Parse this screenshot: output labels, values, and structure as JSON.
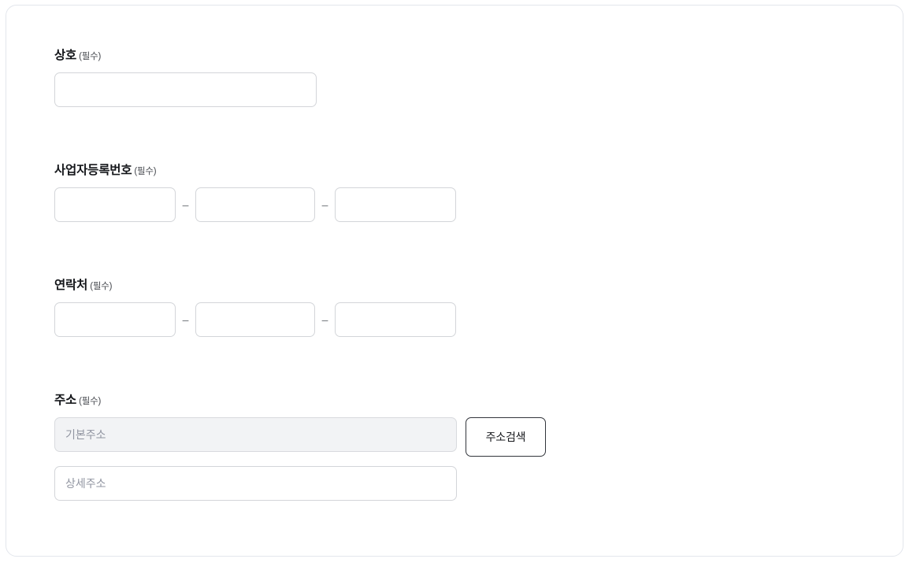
{
  "form": {
    "required_suffix": "(필수)",
    "separator": "–",
    "fields": [
      {
        "key": "company_name",
        "label": "상호",
        "required_suffix": "(필수)",
        "type": "text",
        "value": "",
        "placeholder": ""
      },
      {
        "key": "business_number",
        "label": "사업자등록번호",
        "required_suffix": "(필수)",
        "type": "split3",
        "parts": [
          {
            "value": "",
            "placeholder": ""
          },
          {
            "value": "",
            "placeholder": ""
          },
          {
            "value": "",
            "placeholder": ""
          }
        ]
      },
      {
        "key": "contact",
        "label": "연락처",
        "required_suffix": "(필수)",
        "type": "split3",
        "parts": [
          {
            "value": "",
            "placeholder": ""
          },
          {
            "value": "",
            "placeholder": ""
          },
          {
            "value": "",
            "placeholder": ""
          }
        ]
      },
      {
        "key": "address",
        "label": "주소",
        "required_suffix": "(필수)",
        "type": "address",
        "main": {
          "value": "",
          "placeholder": "기본주소",
          "readonly": true
        },
        "detail": {
          "value": "",
          "placeholder": "상세주소",
          "readonly": false
        },
        "search_button_label": "주소검색"
      }
    ]
  },
  "colors": {
    "card_border": "#e3e6ec",
    "input_border": "#d3d5d9",
    "input_background": "#ffffff",
    "readonly_background": "#f2f3f5",
    "placeholder_text": "#9094a0",
    "label_text": "#14161a",
    "required_text": "#44474d",
    "button_border": "#32353b",
    "page_background": "#ffffff"
  }
}
